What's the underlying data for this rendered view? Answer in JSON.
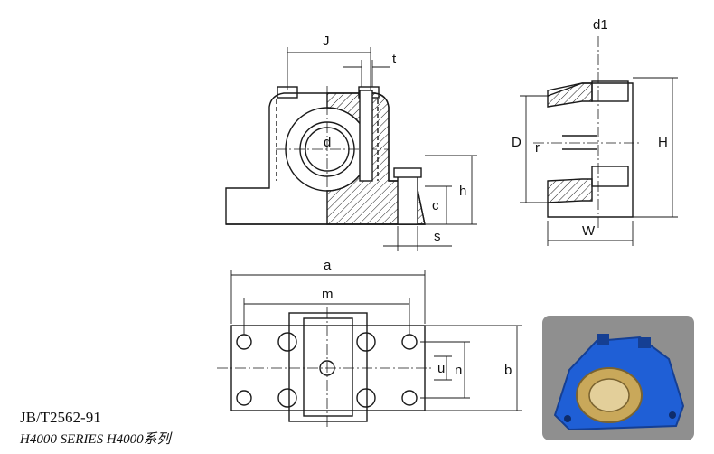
{
  "dimension_labels": {
    "J": "J",
    "t": "t",
    "d": "d",
    "h": "h",
    "c": "c",
    "s": "s",
    "d1": "d1",
    "D": "D",
    "r": "r",
    "H": "H",
    "W": "W",
    "a": "a",
    "m": "m",
    "u": "u",
    "n": "n",
    "b": "b"
  },
  "standard_code": "JB/T2562-91",
  "series_caption": "H4000 SERIES H4000系列",
  "colors": {
    "line": "#1a1a1a",
    "photo_background": "#8f8f8f",
    "housing_blue": "#1f5fd6",
    "bushing_bronze": "#c9a85a"
  }
}
